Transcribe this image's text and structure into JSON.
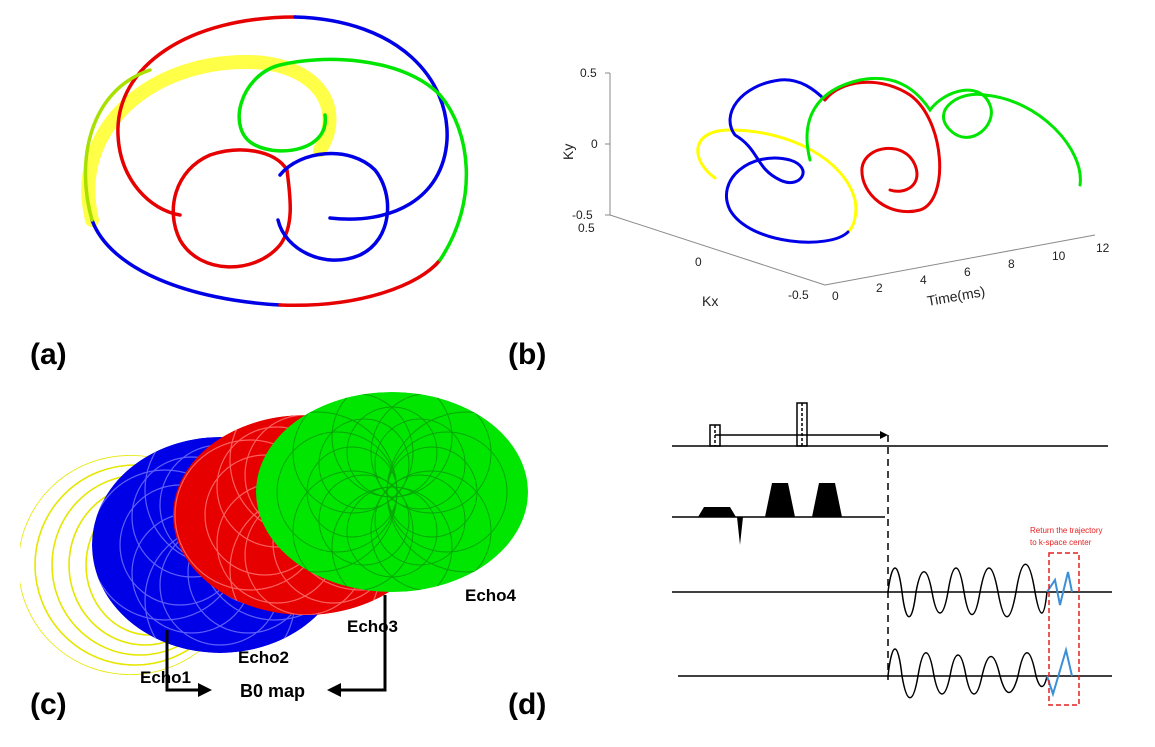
{
  "panel_labels": {
    "a": "(a)",
    "b": "(b)",
    "c": "(c)",
    "d": "(d)"
  },
  "colors": {
    "yellow": "#ffff00",
    "yellow_highlight": "#ffff33",
    "blue": "#0000e6",
    "red": "#e60000",
    "green": "#00e600",
    "waveform_blue": "#3a8fd6",
    "annotation_red": "#e62020"
  },
  "panel_a": {
    "description_icon": "circular-trajectory-icon"
  },
  "panel_b": {
    "ylabel": "Ky",
    "xlabel": "Kx",
    "zlabel": "Time(ms)",
    "ky_ticks": [
      "0.5",
      "0",
      "-0.5"
    ],
    "kx_ticks": [
      "0.5",
      "0",
      "-0.5"
    ],
    "time_ticks": [
      "0",
      "2",
      "4",
      "6",
      "8",
      "10",
      "12"
    ]
  },
  "panel_c": {
    "echo_labels": [
      "Echo1",
      "Echo2",
      "Echo3",
      "Echo4"
    ],
    "b0_label": "B0 map"
  },
  "panel_d": {
    "annotation_line1": "Return the trajectory",
    "annotation_line2": "to k-space center"
  }
}
